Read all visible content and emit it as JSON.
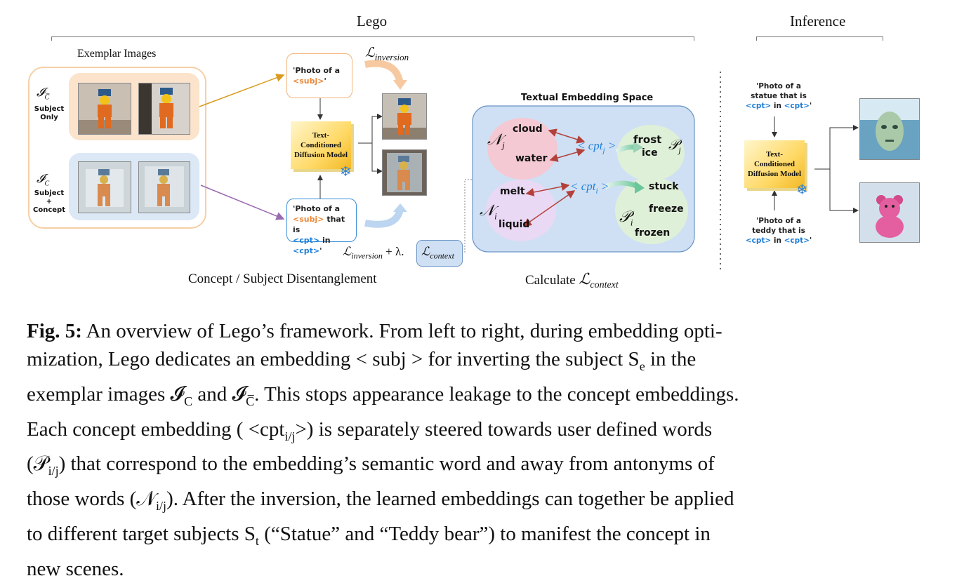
{
  "sections": {
    "lego": "Lego",
    "inference": "Inference",
    "exemplar_images": "Exemplar Images",
    "disentanglement": "Concept / Subject Disentanglement",
    "calculate": "Calculate",
    "textual_space": "Textual Embedding Space"
  },
  "exemplar": {
    "subject_only_symbol": "𝓘",
    "subject_only_sub": "C̅",
    "subject_only_label_1": "Subject",
    "subject_only_label_2": "Only",
    "subject_concept_symbol": "𝓘",
    "subject_concept_sub": "C",
    "subject_concept_label_1": "Subject +",
    "subject_concept_label_2": "Concept"
  },
  "prompts": {
    "top_pre": "'Photo of a",
    "top_tok": "<subj>",
    "top_post": "'",
    "bottom_line1": "'Photo of a",
    "bottom_tok_subj": "<subj>",
    "bottom_mid": "that is",
    "bottom_tok_cpt1": "<cpt>",
    "bottom_in": "in",
    "bottom_tok_cpt2": "<cpt>",
    "bottom_post": "'",
    "statue_line1": "'Photo of a",
    "statue_line2": "statue that is",
    "teddy_line1": "'Photo of a",
    "teddy_line2": "teddy that is",
    "cpt": "<cpt>",
    "in": "in",
    "end_quote": "'"
  },
  "model": {
    "line1": "Text-",
    "line2": "Conditioned",
    "line3": "Diffusion Model"
  },
  "losses": {
    "inversion": "ℒ",
    "inversion_sub": "inversion",
    "combined_plus": "+ λ.",
    "context": "ℒ",
    "context_sub": "context"
  },
  "embedding_space": {
    "neg_j_words": [
      "cloud",
      "water"
    ],
    "pos_j_words": [
      "frost",
      "ice"
    ],
    "neg_i_words": [
      "melt",
      "liquid"
    ],
    "pos_i_words": [
      "stuck",
      "freeze",
      "frozen"
    ],
    "N_j": "𝒩",
    "N_j_sub": "j",
    "P_j": "𝒫",
    "P_j_sub": "j",
    "N_i": "𝒩",
    "N_i_sub": "i",
    "P_i": "𝒫",
    "P_i_sub": "i",
    "cpt_j": "< cpt",
    "cpt_j_sub": "j",
    "cpt_j_end": " >",
    "cpt_i": "< cpt",
    "cpt_i_sub": "i",
    "cpt_i_end": " >"
  },
  "caption": {
    "fig": "Fig. 5:",
    "line1": "An overview of Lego’s framework. From left to right, during embedding opti-",
    "line2": "mization, Lego dedicates an embedding < subj > for inverting the subject S",
    "line2_sub": "e",
    "line2_end": " in the",
    "line3": "exemplar images 𝓘",
    "line3_sub1": "C",
    "line3_mid": " and 𝓘",
    "line3_sub2": "C̅",
    "line3_end": ". This stops appearance leakage to the concept embeddings.",
    "line4": "Each concept embedding ( <cpt",
    "line4_sub": "i/j",
    "line4_end": ">) is separately steered towards user defined words",
    "line5": "(𝒫",
    "line5_sub": "i/j",
    "line5_end": ") that correspond to the embedding’s semantic word and away from antonyms of",
    "line6": "those words (𝒩",
    "line6_sub": "i/j",
    "line6_end": "). After the inversion, the learned embeddings can together be applied",
    "line7": "to different target subjects S",
    "line7_sub": "t",
    "line7_end": " (“Statue” and “Teddy bear”) to manifest the concept in",
    "line8": "new scenes."
  },
  "colors": {
    "orange_panel": "#fbe3cc",
    "blue_panel": "#dce8f6",
    "embedding_bg": "#cfe0f4",
    "neg_bubble": "#f4c9d3",
    "pos_bubble": "#dff0d8",
    "arrow_red": "#b3403a",
    "token_blue": "#1e7fd8",
    "token_orange": "#e8883a"
  }
}
